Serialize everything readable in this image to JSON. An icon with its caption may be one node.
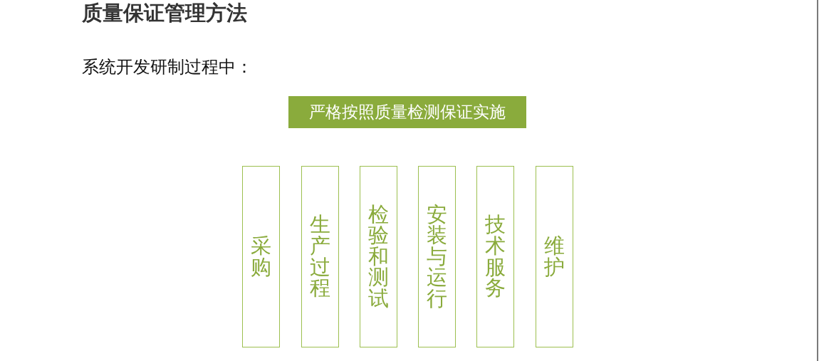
{
  "diagram": {
    "title": "质量保证管理方法",
    "nodes": [
      {
        "text": [
          "严格按照质量检测保证实施"
        ]
      },
      {
        "text": [
          "采购"
        ]
      },
      {
        "text": [
          "生产过程"
        ]
      },
      {
        "text": [
          "检验和测试"
        ]
      },
      {
        "text": [
          "安装与运行"
        ]
      },
      {
        "text": [
          "技术服务"
        ]
      },
      {
        "text": [
          "维护"
        ]
      }
    ],
    "labels": [
      "系统开发研制过程中："
    ]
  }
}
